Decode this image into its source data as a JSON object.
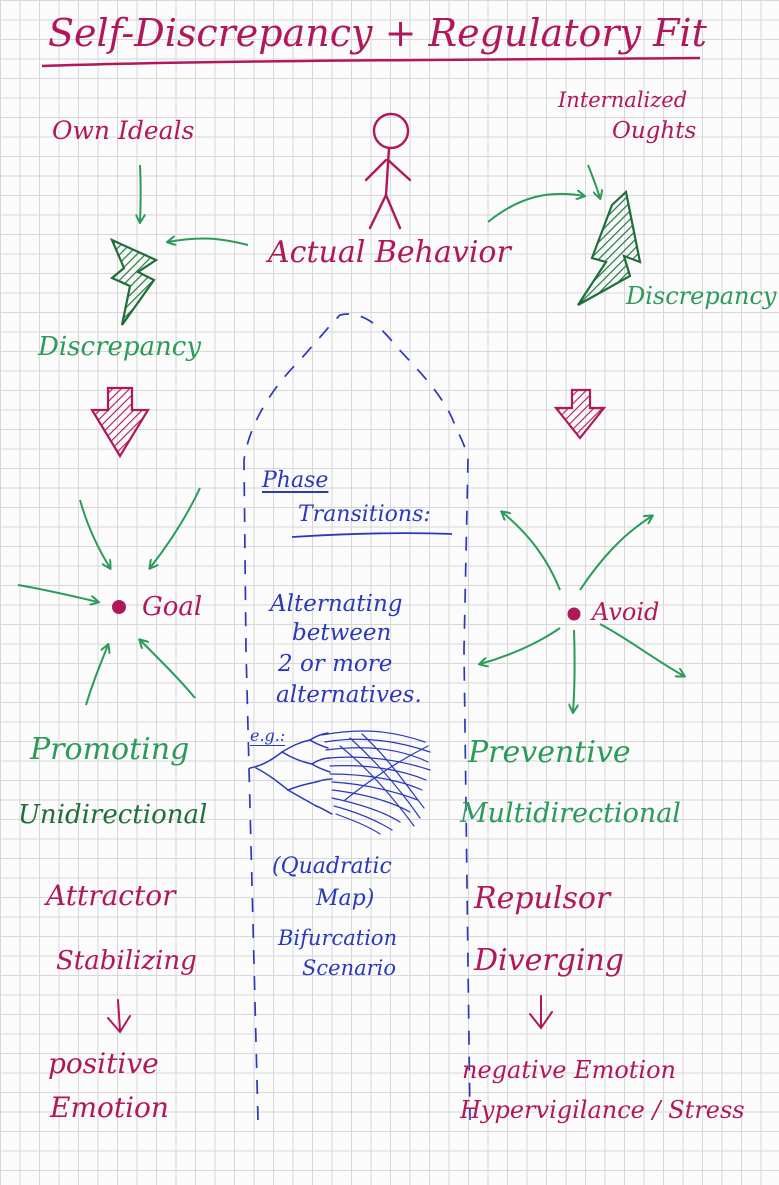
{
  "title": "Self-Discrepancy + Regulatory Fit",
  "colors": {
    "magenta": "#b0185b",
    "green": "#2c9a5a",
    "dark_green": "#1f6e3a",
    "blue": "#2b39b8",
    "grid": "#d7d7d7"
  },
  "top": {
    "own_ideals": "Own Ideals",
    "internalized": "Internalized",
    "oughts": "Oughts",
    "actual_behavior": "Actual Behavior",
    "discrepancy_left": "Discrepancy",
    "discrepancy_right": "Discrepancy"
  },
  "center": {
    "phase_line1": "Phase",
    "phase_line2": "Transitions:",
    "alt_line1": "Alternating",
    "alt_line2": "between",
    "alt_line3": "2 or more",
    "alt_line4": "alternatives.",
    "eg": "e.g.:",
    "quad_line1": "(Quadratic",
    "quad_line2": "Map)",
    "bif_line1": "Bifurcation",
    "bif_line2": "Scenario"
  },
  "left": {
    "goal": "Goal",
    "promoting": "Promoting",
    "unidirectional": "Unidirectional",
    "attractor": "Attractor",
    "stabilizing": "Stabilizing",
    "positive": "positive",
    "emotion": "Emotion"
  },
  "right": {
    "avoid": "Avoid",
    "preventive": "Preventive",
    "multidirectional": "Multidirectional",
    "repulsor": "Repulsor",
    "diverging": "Diverging",
    "negative_emotion": "negative Emotion",
    "hypervigilance": "Hypervigilance / Stress"
  }
}
